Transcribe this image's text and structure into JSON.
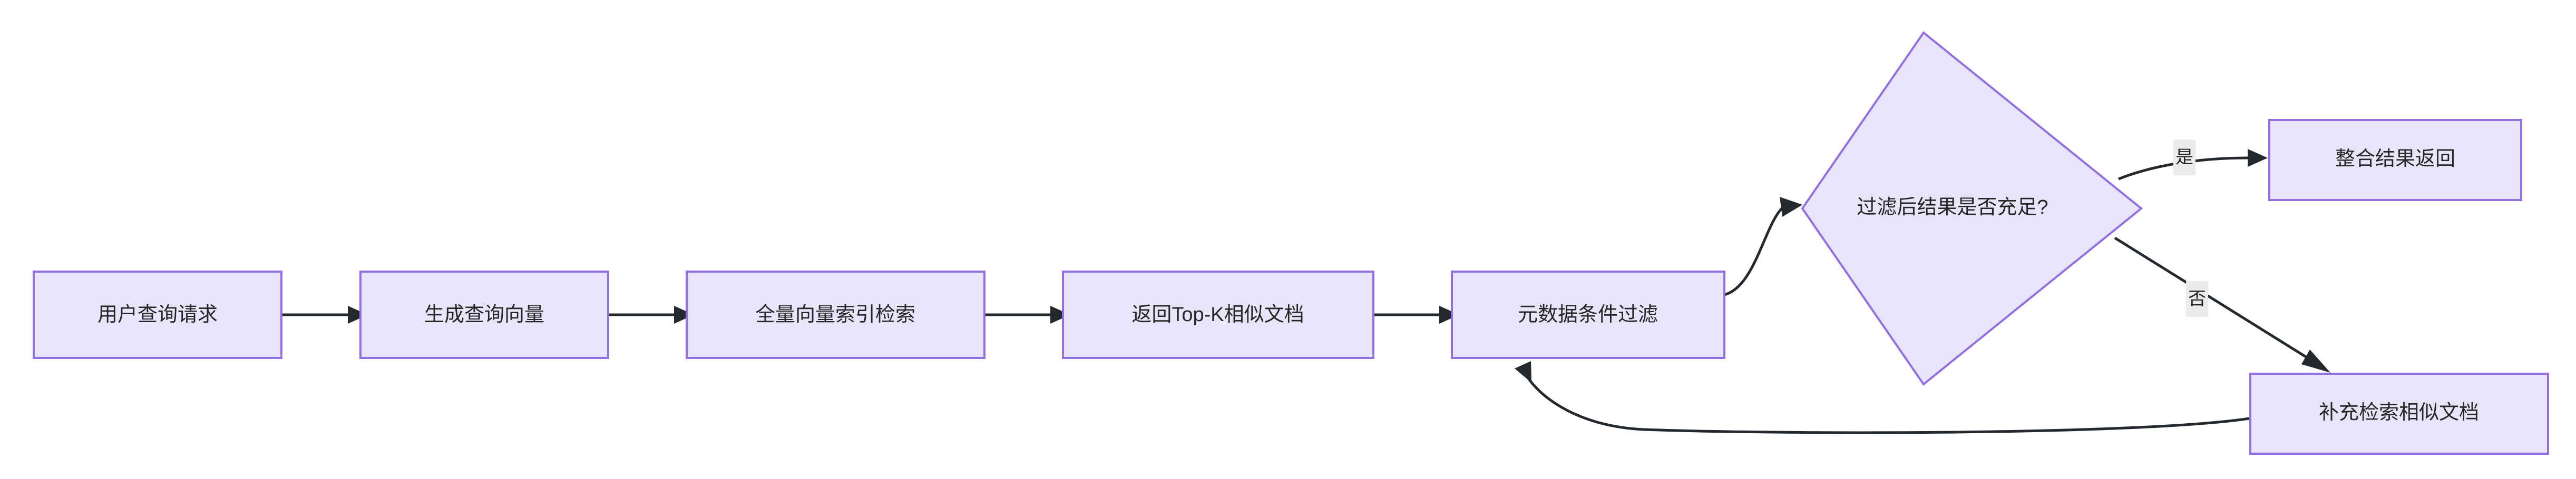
{
  "diagram": {
    "type": "flowchart",
    "direction": "left-to-right",
    "background_color": "#ffffff",
    "node_fill_color": "#e8e4fa",
    "node_border_color": "#9370e0",
    "edge_color": "#24292e",
    "edge_label_background": "#ebebeb",
    "text_color": "#262626"
  },
  "nodes": [
    {
      "id": "n1",
      "shape": "rect",
      "label": "用户查询请求"
    },
    {
      "id": "n2",
      "shape": "rect",
      "label": "生成查询向量"
    },
    {
      "id": "n3",
      "shape": "rect",
      "label": "全量向量索引检索"
    },
    {
      "id": "n4",
      "shape": "rect",
      "label": "返回Top-K相似文档"
    },
    {
      "id": "n5",
      "shape": "rect",
      "label": "元数据条件过滤"
    },
    {
      "id": "n6",
      "shape": "diamond",
      "label": "过滤后结果是否充足?"
    },
    {
      "id": "n7",
      "shape": "rect",
      "label": "整合结果返回"
    },
    {
      "id": "n8",
      "shape": "rect",
      "label": "补充检索相似文档"
    }
  ],
  "edges": [
    {
      "from": "n1",
      "to": "n2",
      "label": ""
    },
    {
      "from": "n2",
      "to": "n3",
      "label": ""
    },
    {
      "from": "n3",
      "to": "n4",
      "label": ""
    },
    {
      "from": "n4",
      "to": "n5",
      "label": ""
    },
    {
      "from": "n5",
      "to": "n6",
      "label": ""
    },
    {
      "from": "n6",
      "to": "n7",
      "label": "是"
    },
    {
      "from": "n6",
      "to": "n8",
      "label": "否"
    },
    {
      "from": "n8",
      "to": "n5",
      "label": ""
    }
  ],
  "edge_labels": {
    "yes": "是",
    "no": "否"
  }
}
